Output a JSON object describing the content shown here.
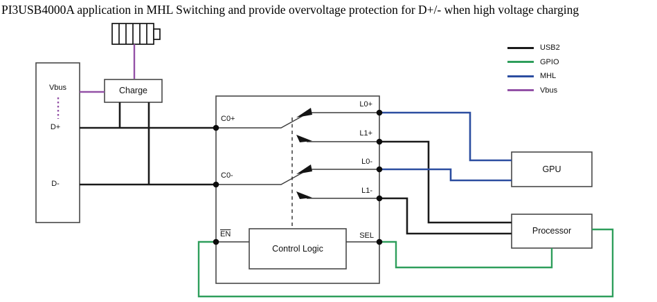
{
  "title": "PI3USB4000A application in MHL Switching and provide overvoltage protection for D+/- when high voltage charging",
  "colors": {
    "usb2": "#1a1a1a",
    "gpio": "#2e9e5b",
    "mhl": "#2b4da0",
    "vbus": "#9351a6"
  },
  "legend": {
    "items": [
      {
        "label": "USB2",
        "color_key": "usb2"
      },
      {
        "label": "GPIO",
        "color_key": "gpio"
      },
      {
        "label": "MHL",
        "color_key": "mhl"
      },
      {
        "label": "Vbus",
        "color_key": "vbus"
      }
    ]
  },
  "connector": {
    "vbus": "Vbus",
    "d_plus": "D+",
    "d_minus": "D-"
  },
  "charge": {
    "label": "Charge"
  },
  "switch_ic": {
    "c0_plus": "C0+",
    "c0_minus": "C0-",
    "l0_plus": "L0+",
    "l1_plus": "L1+",
    "l0_minus": "L0-",
    "l1_minus": "L1-",
    "en": "EN",
    "sel": "SEL",
    "control_logic": "Control Logic"
  },
  "gpu": {
    "label": "GPU"
  },
  "processor": {
    "label": "Processor"
  }
}
